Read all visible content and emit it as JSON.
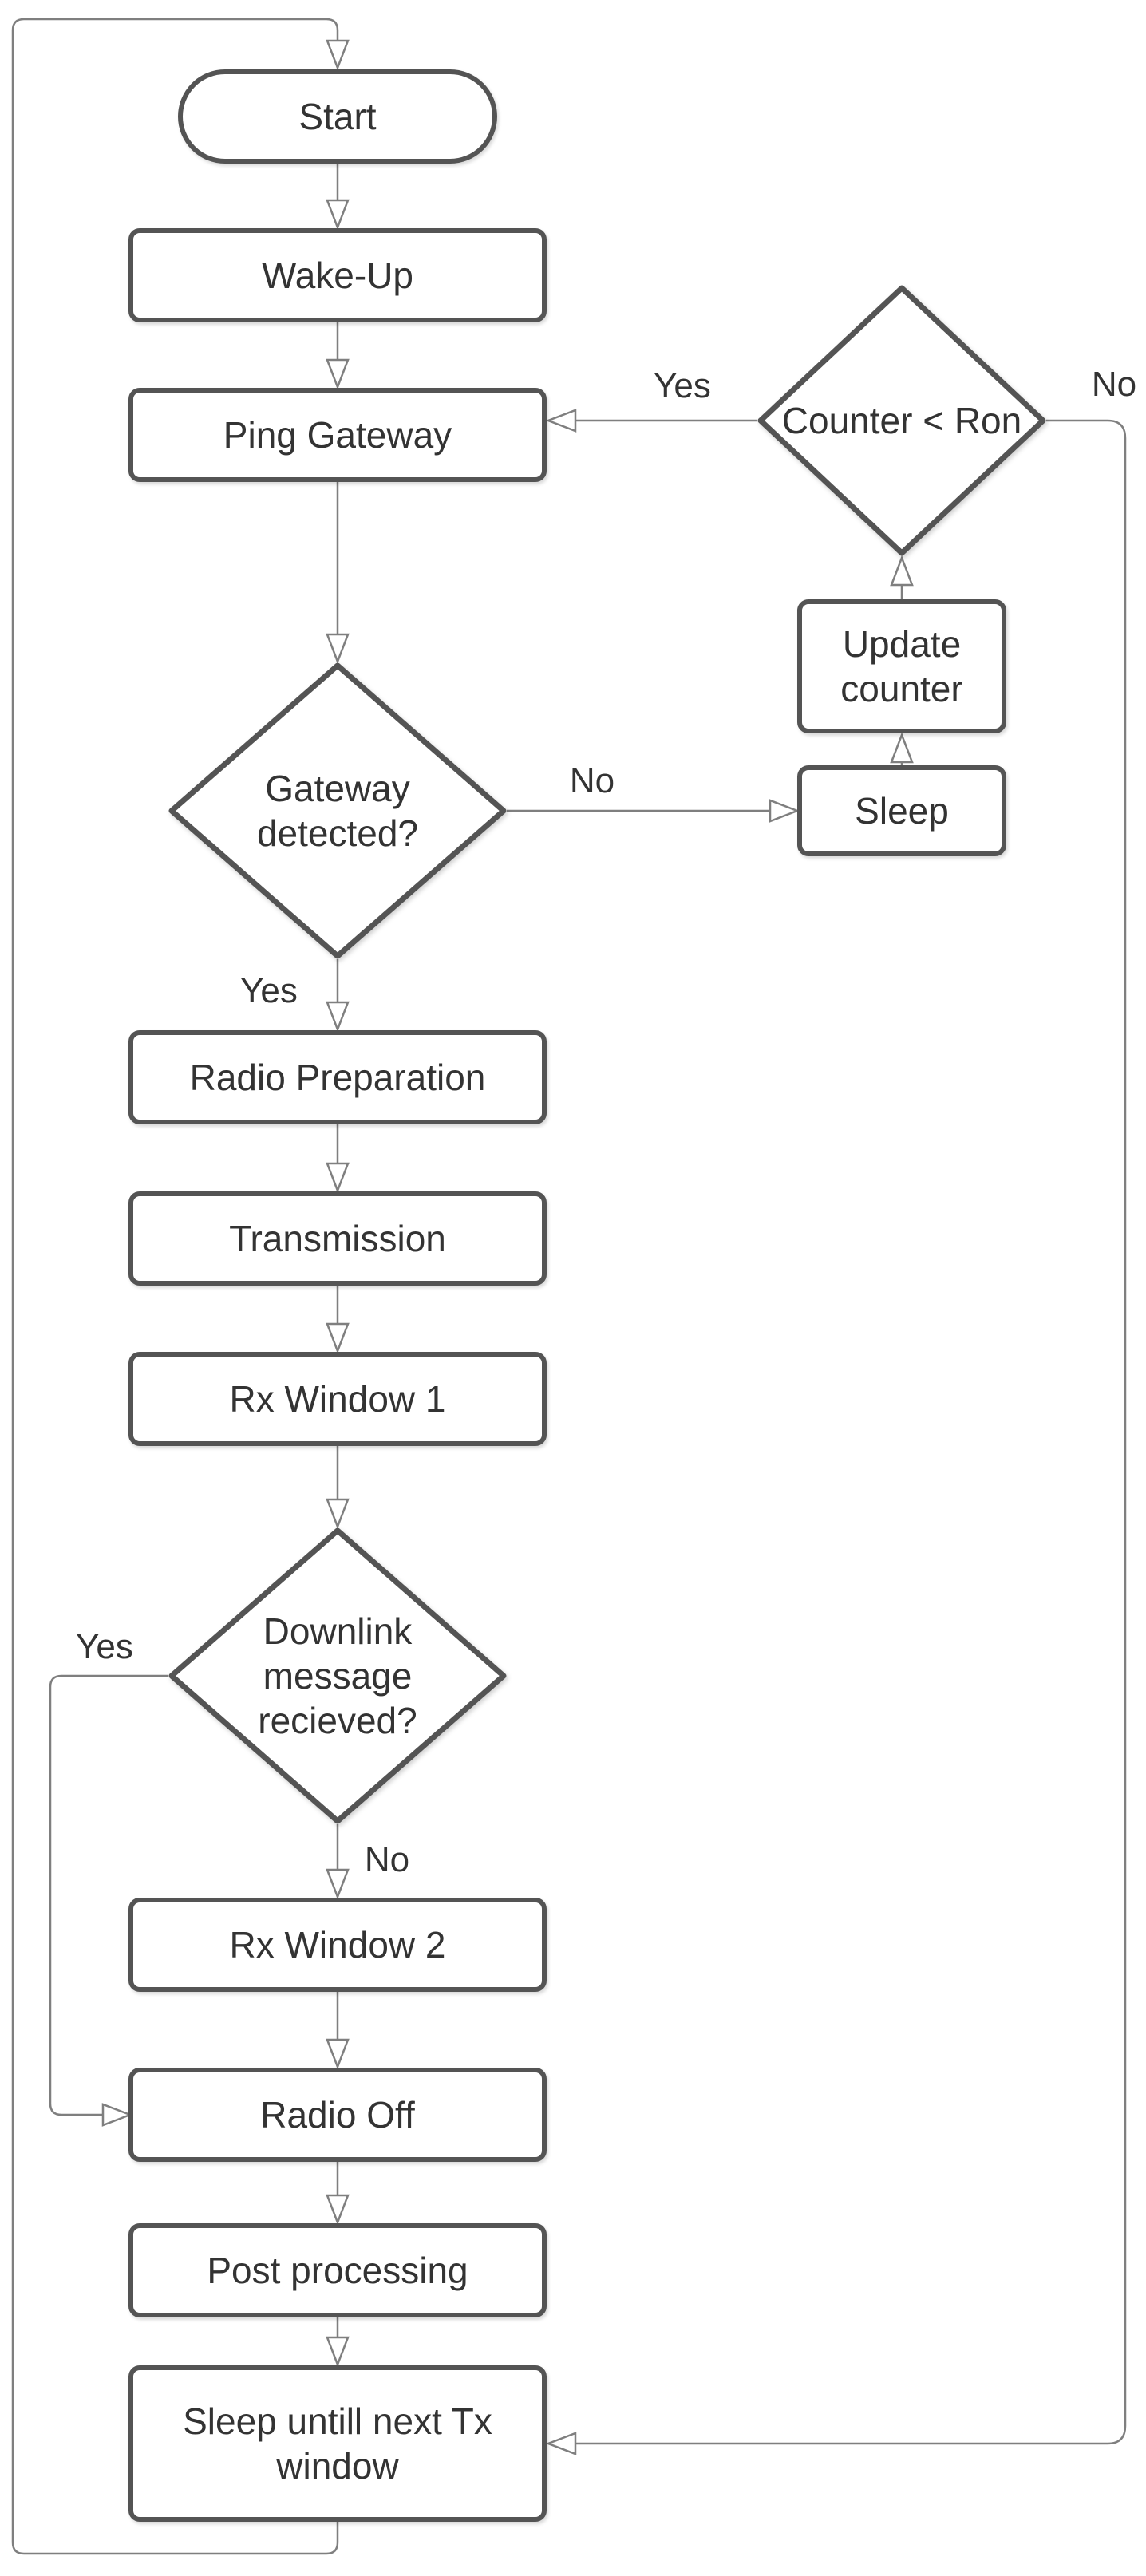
{
  "diagram": {
    "nodes": {
      "start": {
        "label": "Start",
        "type": "terminator"
      },
      "wake_up": {
        "label": "Wake-Up",
        "type": "process"
      },
      "ping_gateway": {
        "label": "Ping Gateway",
        "type": "process"
      },
      "gateway_detected": {
        "label": "Gateway detected?",
        "type": "decision"
      },
      "counter_ron": {
        "label": "Counter < Ron",
        "type": "decision"
      },
      "update_counter": {
        "label": "Update counter",
        "type": "process"
      },
      "sleep": {
        "label": "Sleep",
        "type": "process"
      },
      "radio_preparation": {
        "label": "Radio Preparation",
        "type": "process"
      },
      "transmission": {
        "label": "Transmission",
        "type": "process"
      },
      "rx_window_1": {
        "label": "Rx Window 1",
        "type": "process"
      },
      "downlink_received": {
        "label": "Downlink message recieved?",
        "type": "decision"
      },
      "rx_window_2": {
        "label": "Rx Window 2",
        "type": "process"
      },
      "radio_off": {
        "label": "Radio Off",
        "type": "process"
      },
      "post_processing": {
        "label": "Post processing",
        "type": "process"
      },
      "sleep_until_next": {
        "label": "Sleep untill next Tx window",
        "type": "process"
      }
    },
    "edge_labels": {
      "counter_yes": "Yes",
      "counter_no": "No",
      "gateway_yes": "Yes",
      "gateway_no": "No",
      "downlink_yes": "Yes",
      "downlink_no": "No"
    },
    "colors": {
      "node_border": "#545454",
      "edge_line": "#7f7f7f",
      "text": "#333333",
      "background": "#ffffff"
    }
  }
}
